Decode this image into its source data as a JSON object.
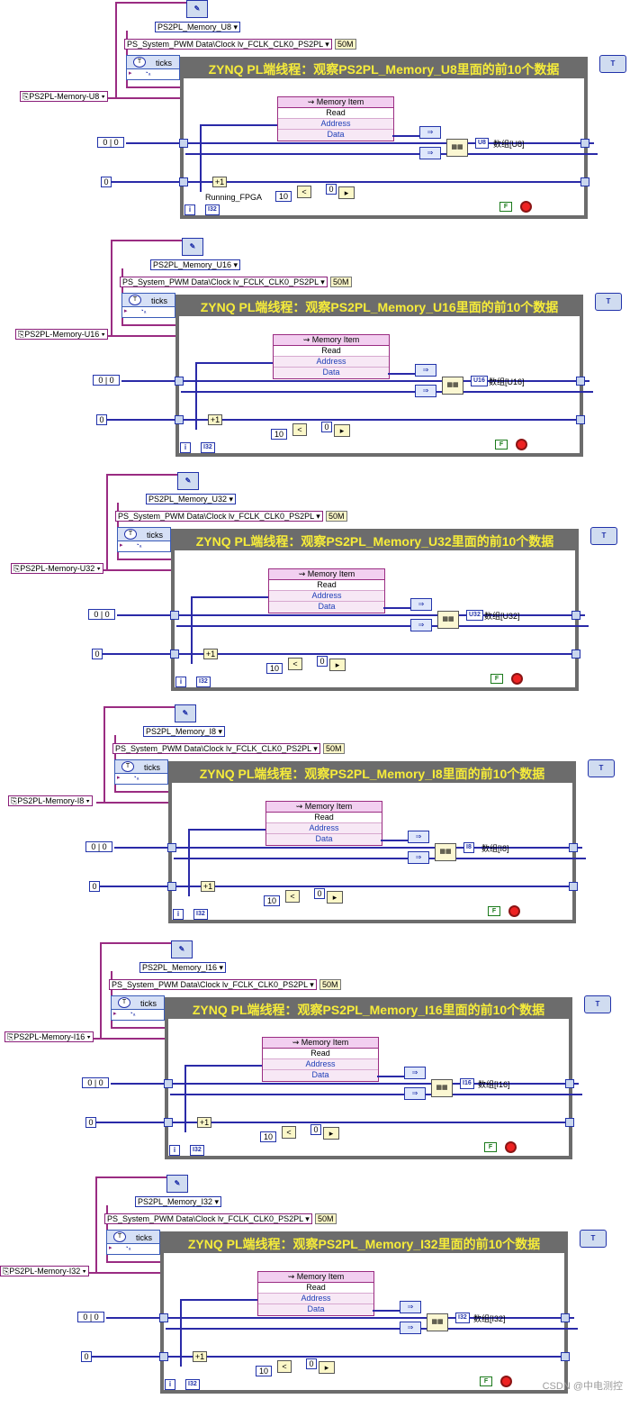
{
  "panels": [
    {
      "fifo": "PS2PL_Memory_U8",
      "ref": "PS2PL-Memory-U8",
      "title": "ZYNQ PL端线程：观察PS2PL_Memory_U8里面的前10个数据",
      "ind_type": "U8",
      "ind_label": "数组[U8]",
      "running": "Running_FPGA"
    },
    {
      "fifo": "PS2PL_Memory_U16",
      "ref": "PS2PL-Memory-U16",
      "title": "ZYNQ PL端线程：观察PS2PL_Memory_U16里面的前10个数据",
      "ind_type": "U16",
      "ind_label": "数组[U16]",
      "running": ""
    },
    {
      "fifo": "PS2PL_Memory_U32",
      "ref": "PS2PL-Memory-U32",
      "title": "ZYNQ PL端线程：观察PS2PL_Memory_U32里面的前10个数据",
      "ind_type": "U32",
      "ind_label": "数组[U32]",
      "running": ""
    },
    {
      "fifo": "PS2PL_Memory_I8",
      "ref": "PS2PL-Memory-I8",
      "title": "ZYNQ PL端线程：观察PS2PL_Memory_I8里面的前10个数据",
      "ind_type": "I8",
      "ind_label": "数组[I8]",
      "running": ""
    },
    {
      "fifo": "PS2PL_Memory_I16",
      "ref": "PS2PL-Memory-I16",
      "title": "ZYNQ PL端线程：观察PS2PL_Memory_I16里面的前10个数据",
      "ind_type": "I16",
      "ind_label": "数组[I16]",
      "running": ""
    },
    {
      "fifo": "PS2PL_Memory_I32",
      "ref": "PS2PL-Memory-I32",
      "title": "ZYNQ PL端线程：观察PS2PL_Memory_I32里面的前10个数据",
      "ind_type": "I32",
      "ind_label": "数组[I32]",
      "running": ""
    }
  ],
  "common": {
    "clock": "PS_System_PWM Data\\Clock lv_FCLK_CLK0_PS2PL",
    "freq": "50M",
    "ticks": "ticks",
    "memory_item": "Memory Item",
    "read": "Read",
    "address": "Address",
    "data": "Data",
    "zero": "0",
    "ten": "10",
    "i": "i",
    "loop_count_type": "I32",
    "false_label": "F"
  },
  "watermark": "CSDN @中电测控"
}
